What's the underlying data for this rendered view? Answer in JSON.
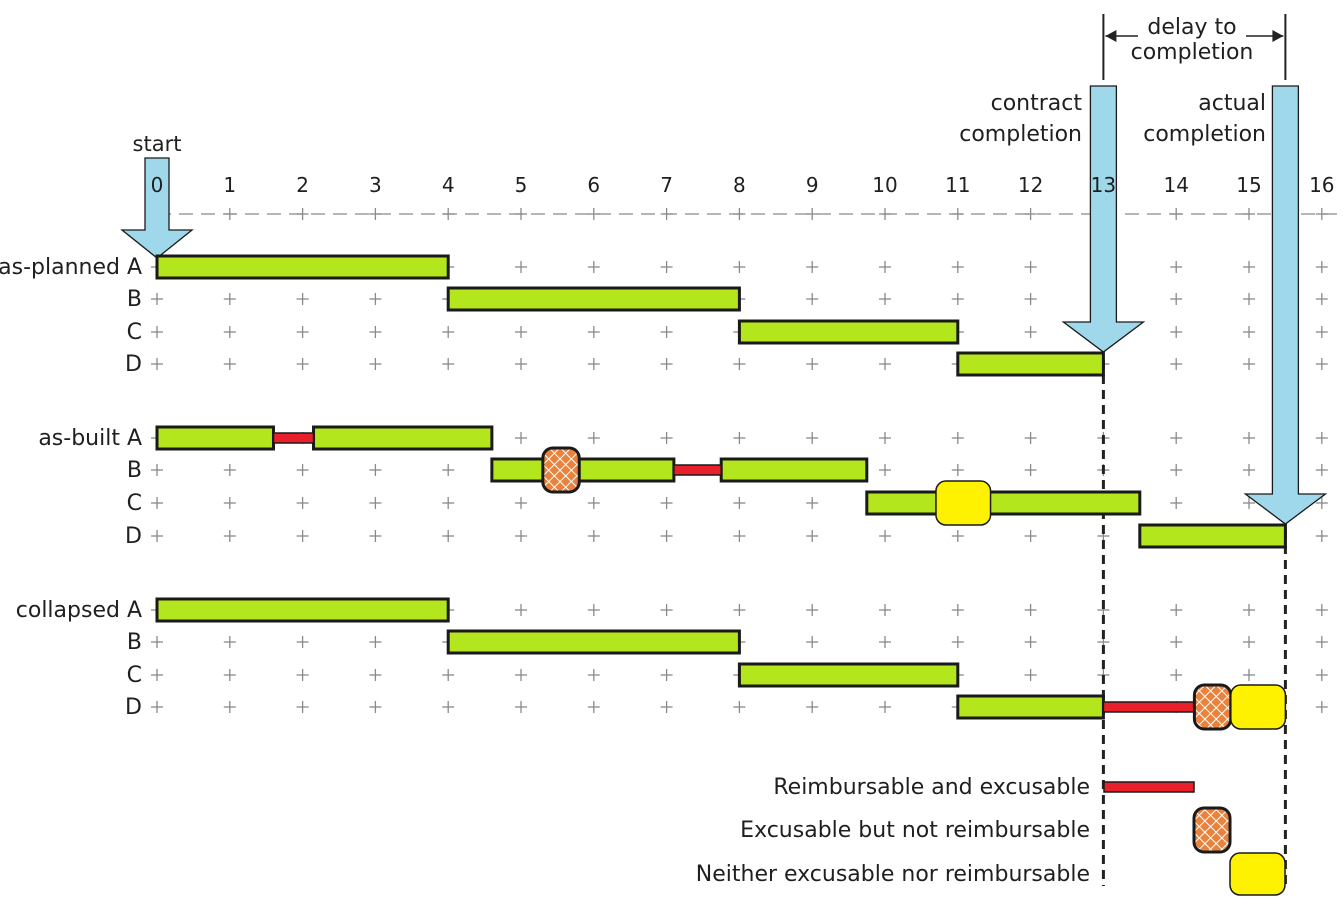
{
  "axis": {
    "ticks": [
      "0",
      "1",
      "2",
      "3",
      "4",
      "5",
      "6",
      "7",
      "8",
      "9",
      "10",
      "11",
      "12",
      "13",
      "14",
      "15",
      "16"
    ]
  },
  "markers": {
    "start": "start",
    "contract_completion": [
      "contract",
      "completion"
    ],
    "actual_completion": [
      "actual",
      "completion"
    ],
    "delay": [
      "delay to",
      "completion"
    ]
  },
  "schedules": [
    {
      "id": "as-planned",
      "rows": [
        {
          "label": "as-planned A",
          "segments": [
            {
              "kind": "activity",
              "start": 0,
              "end": 4
            }
          ]
        },
        {
          "label": "B",
          "segments": [
            {
              "kind": "activity",
              "start": 4,
              "end": 8
            }
          ]
        },
        {
          "label": "C",
          "segments": [
            {
              "kind": "activity",
              "start": 8,
              "end": 11
            }
          ]
        },
        {
          "label": "D",
          "segments": [
            {
              "kind": "activity",
              "start": 11,
              "end": 13
            }
          ]
        }
      ]
    },
    {
      "id": "as-built",
      "rows": [
        {
          "label": "as-built A",
          "segments": [
            {
              "kind": "activity",
              "start": 0,
              "end": 1.6
            },
            {
              "kind": "reimbursable",
              "start": 1.6,
              "end": 2.15
            },
            {
              "kind": "activity",
              "start": 2.15,
              "end": 4.6
            }
          ]
        },
        {
          "label": "B",
          "segments": [
            {
              "kind": "activity",
              "start": 4.6,
              "end": 7.1
            },
            {
              "kind": "excusable",
              "start": 5.3,
              "end": 5.8
            },
            {
              "kind": "reimbursable",
              "start": 7.1,
              "end": 7.75
            },
            {
              "kind": "activity",
              "start": 7.75,
              "end": 9.75
            }
          ]
        },
        {
          "label": "C",
          "segments": [
            {
              "kind": "activity",
              "start": 9.75,
              "end": 13.5
            },
            {
              "kind": "neither",
              "start": 10.7,
              "end": 11.45
            }
          ]
        },
        {
          "label": "D",
          "segments": [
            {
              "kind": "activity",
              "start": 13.5,
              "end": 15.5
            }
          ]
        }
      ]
    },
    {
      "id": "collapsed",
      "rows": [
        {
          "label": "collapsed A",
          "segments": [
            {
              "kind": "activity",
              "start": 0,
              "end": 4
            }
          ]
        },
        {
          "label": "B",
          "segments": [
            {
              "kind": "activity",
              "start": 4,
              "end": 8
            }
          ]
        },
        {
          "label": "C",
          "segments": [
            {
              "kind": "activity",
              "start": 8,
              "end": 11
            }
          ]
        },
        {
          "label": "D",
          "segments": [
            {
              "kind": "activity",
              "start": 11,
              "end": 13
            },
            {
              "kind": "reimbursable",
              "start": 13,
              "end": 14.25
            },
            {
              "kind": "excusable",
              "start": 14.25,
              "end": 14.75
            },
            {
              "kind": "neither",
              "start": 14.75,
              "end": 15.5
            }
          ]
        }
      ]
    }
  ],
  "legend": [
    {
      "kind": "reimbursable",
      "label": "Reimbursable and excusable"
    },
    {
      "kind": "excusable",
      "label": "Excusable but not reimbursable"
    },
    {
      "kind": "neither",
      "label": "Neither excusable nor reimbursable"
    }
  ],
  "colors": {
    "activity": "#b4e61e",
    "reimbursable": "#e8202a",
    "excusable": "#e8823c",
    "neither": "#fff200",
    "arrow": "#9fd8ea",
    "outline": "#1a1a1a",
    "grid": "#8a8a8a"
  }
}
